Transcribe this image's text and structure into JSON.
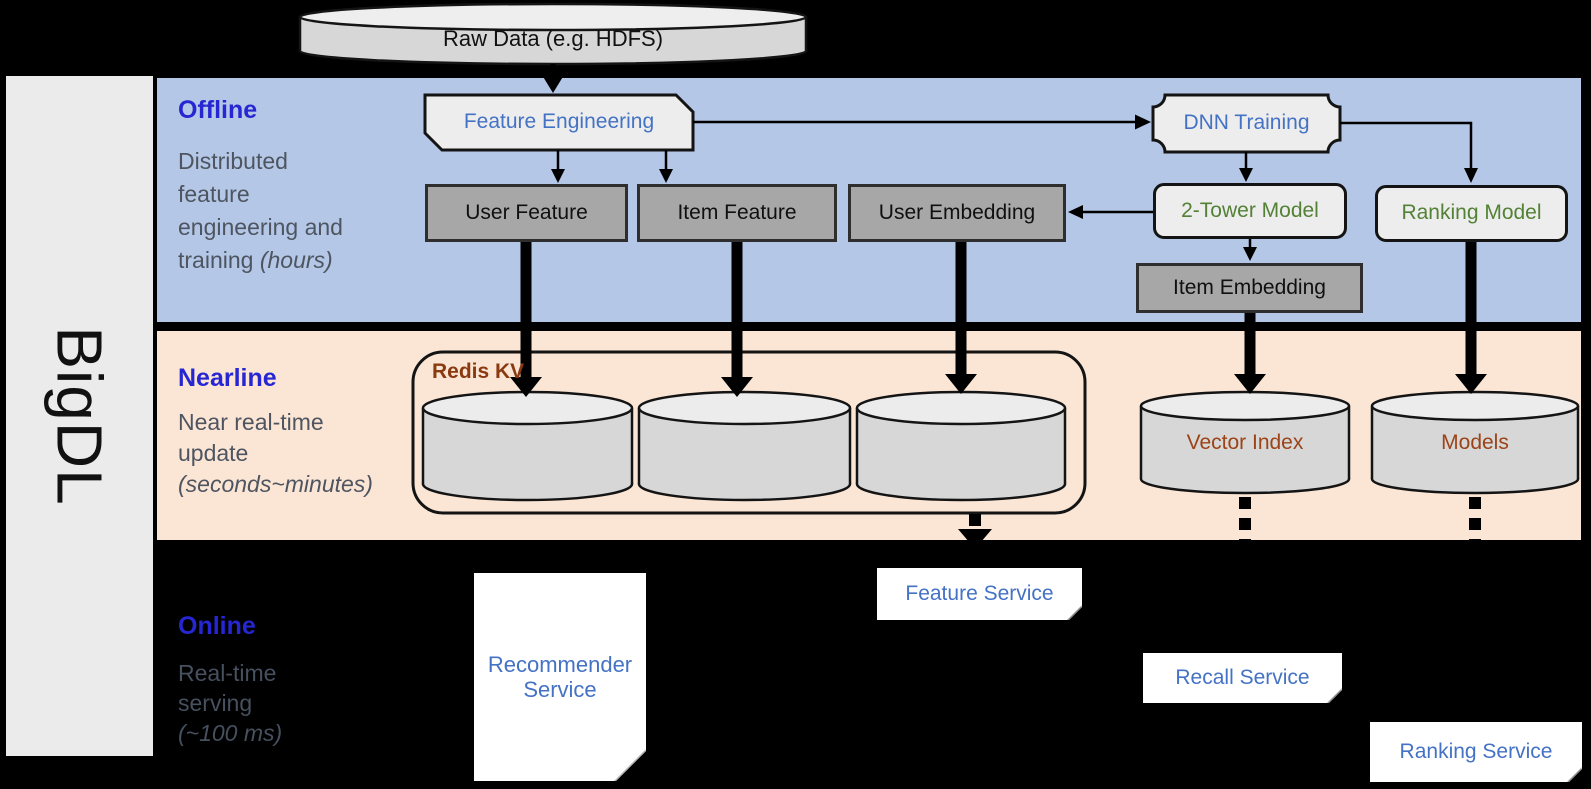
{
  "brand": {
    "name": "BigDL"
  },
  "data_source": {
    "label": "Raw Data (e.g. HDFS)"
  },
  "sections": {
    "offline": {
      "title": "Offline",
      "description_lines": [
        "Distributed",
        "feature",
        "engineering and"
      ],
      "description_tail": "training",
      "description_tail_italic": "(hours)"
    },
    "nearline": {
      "title": "Nearline",
      "description_lines": [
        "Near real-time",
        "update"
      ],
      "description_italic": "(seconds~minutes)"
    },
    "online": {
      "title": "Online",
      "description_lines": [
        "Real-time",
        "serving"
      ],
      "description_italic": "(~100 ms)"
    }
  },
  "nodes": {
    "feature_engineering": "Feature Engineering",
    "dnn_training": "DNN Training",
    "user_feature": "User Feature",
    "item_feature": "Item Feature",
    "user_embedding": "User Embedding",
    "two_tower_model": "2-Tower Model",
    "ranking_model": "Ranking Model",
    "item_embedding": "Item Embedding",
    "redis_kv": "Redis KV",
    "vector_index": "Vector Index",
    "models": "Models",
    "recommender_service": "Recommender Service",
    "feature_service": "Feature Service",
    "recall_service": "Recall Service",
    "ranking_service": "Ranking Service"
  },
  "colors": {
    "background": "#000000",
    "offline_band": "#b4c7e7",
    "nearline_band": "#fbe6d6",
    "sidebar_panel": "#ebebeb",
    "section_title_blue": "#2626d2",
    "node_text_blue": "#4472c4",
    "node_text_green": "#538135",
    "node_text_brown": "#9c4317",
    "gray_node_fill": "#a7a7a7",
    "light_node_fill": "#ededed",
    "cylinder_fill": "#d7d7d7"
  }
}
